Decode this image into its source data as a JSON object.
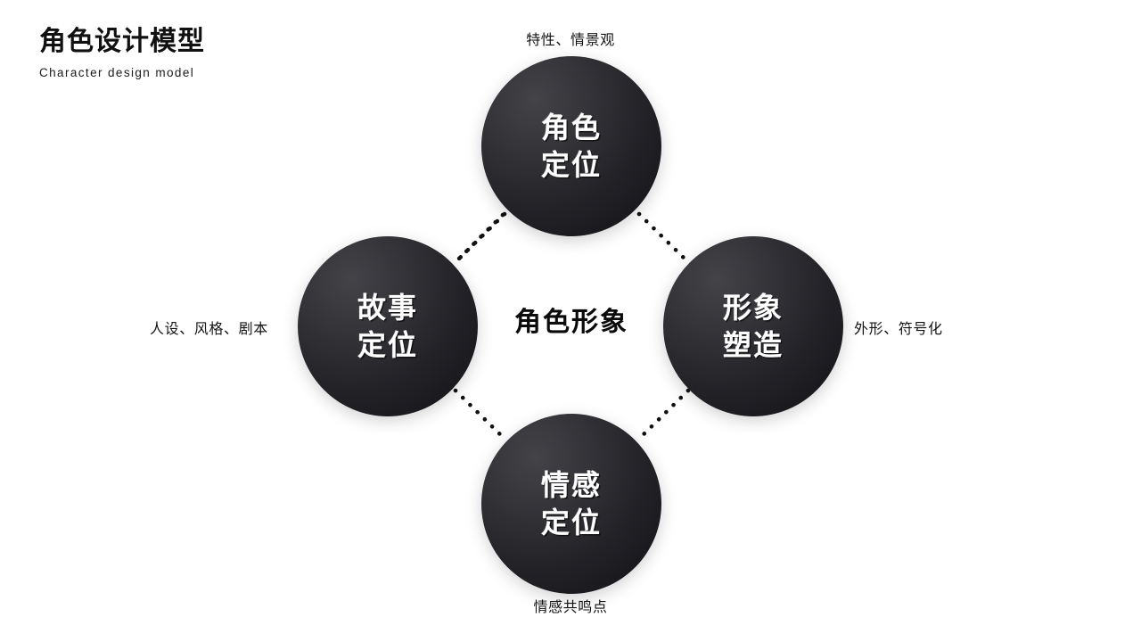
{
  "header": {
    "title": "角色设计模型",
    "subtitle": "Character design model"
  },
  "diagram": {
    "type": "cycle-diagram",
    "center_label": "角色形象",
    "node_fill_color": "#232328",
    "node_text_color": "#ffffff",
    "background_color": "#ffffff",
    "connector_style": "dotted",
    "connector_color": "#111111",
    "nodes": [
      {
        "id": "role-positioning",
        "position": "top",
        "line1": "角色",
        "line2": "定位",
        "caption": "特性、情景观"
      },
      {
        "id": "image-shaping",
        "position": "right",
        "line1": "形象",
        "line2": "塑造",
        "caption": "外形、符号化"
      },
      {
        "id": "emotion-positioning",
        "position": "bottom",
        "line1": "情感",
        "line2": "定位",
        "caption": "情感共鸣点"
      },
      {
        "id": "story-positioning",
        "position": "left",
        "line1": "故事",
        "line2": "定位",
        "caption": "人设、风格、剧本"
      }
    ]
  }
}
